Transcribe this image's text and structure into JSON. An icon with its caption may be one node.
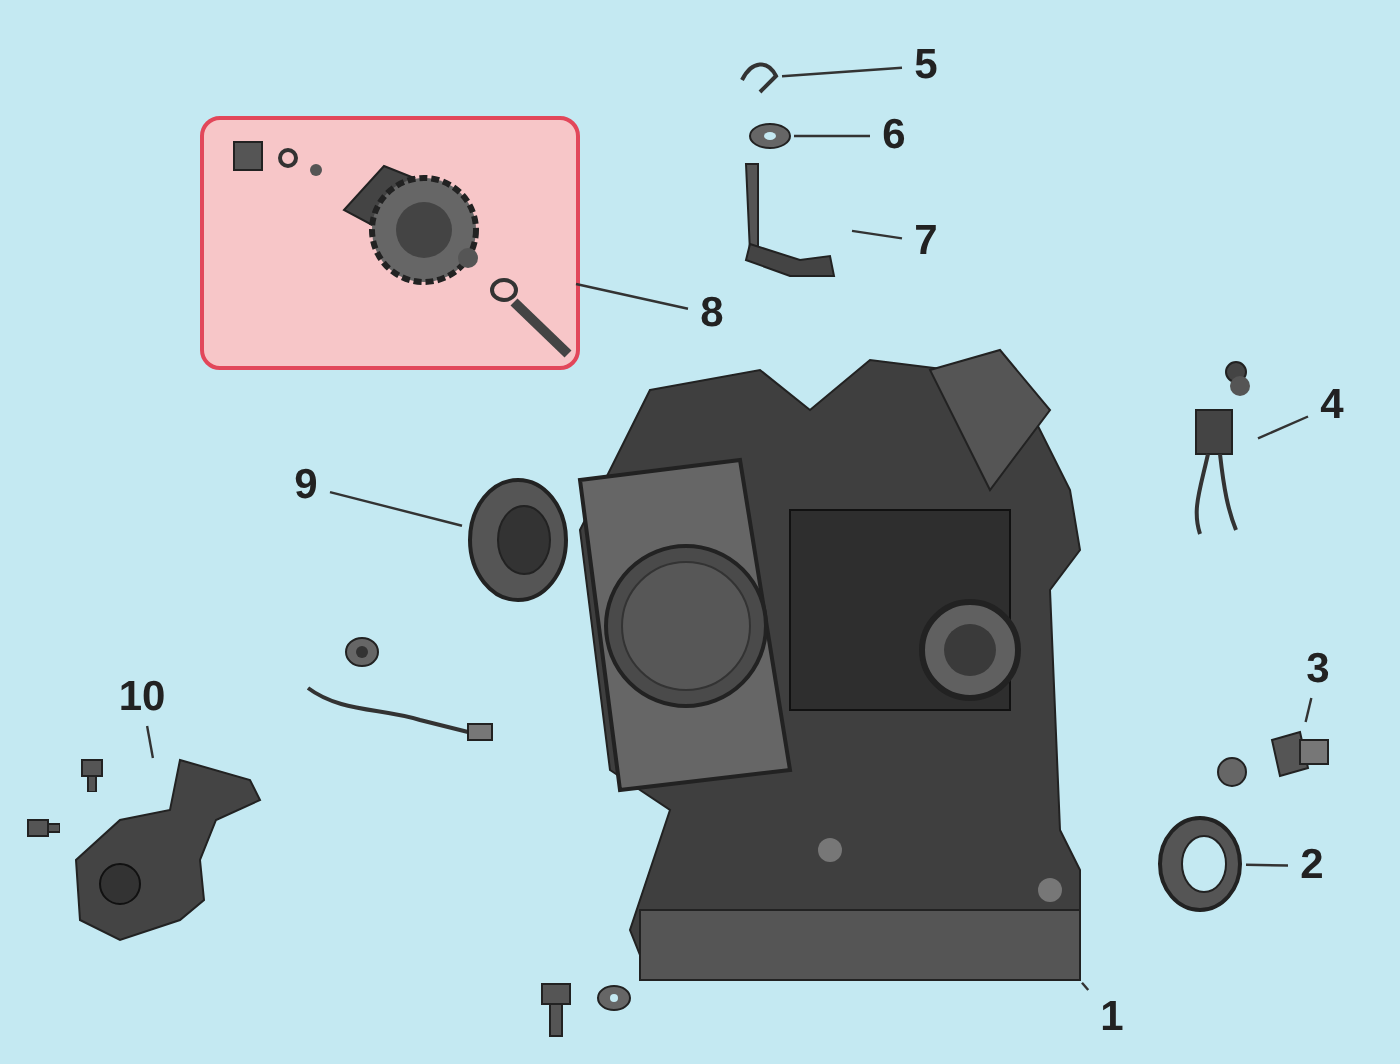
{
  "diagram": {
    "nodes": [
      {
        "text": [
          "1"
        ]
      },
      {
        "text": [],
        "shape": "picture"
      },
      {
        "text": [
          "2"
        ]
      },
      {
        "text": [],
        "shape": "picture"
      },
      {
        "text": [
          "3"
        ]
      },
      {
        "text": [],
        "shape": "picture"
      },
      {
        "text": [
          "4"
        ]
      },
      {
        "text": [],
        "shape": "picture"
      },
      {
        "text": [
          "5"
        ]
      },
      {
        "text": [],
        "shape": "picture"
      },
      {
        "text": [
          "6"
        ]
      },
      {
        "text": [],
        "shape": "picture"
      },
      {
        "text": [
          "7"
        ]
      },
      {
        "text": [],
        "shape": "picture"
      },
      {
        "text": [
          "8"
        ]
      },
      {
        "text": [],
        "shape": "box"
      },
      {
        "text": [],
        "shape": "picture",
        "in": 15
      },
      {
        "text": [
          "9"
        ]
      },
      {
        "text": [],
        "shape": "picture"
      },
      {
        "text": [
          "10"
        ]
      },
      {
        "text": [],
        "shape": "picture"
      }
    ],
    "edges": [
      {
        "from": 0,
        "to": 1,
        "arrow": "none"
      },
      {
        "from": 2,
        "to": 3,
        "arrow": "none"
      },
      {
        "from": 4,
        "to": 5,
        "arrow": "none"
      },
      {
        "from": 6,
        "to": 7,
        "arrow": "none"
      },
      {
        "from": 8,
        "to": 9,
        "arrow": "none"
      },
      {
        "from": 10,
        "to": 11,
        "arrow": "none"
      },
      {
        "from": 12,
        "to": 13,
        "arrow": "none"
      },
      {
        "from": 14,
        "to": 16,
        "arrow": "none"
      },
      {
        "from": 17,
        "to": 18,
        "arrow": "none"
      },
      {
        "from": 19,
        "to": 20,
        "arrow": "none"
      }
    ]
  }
}
